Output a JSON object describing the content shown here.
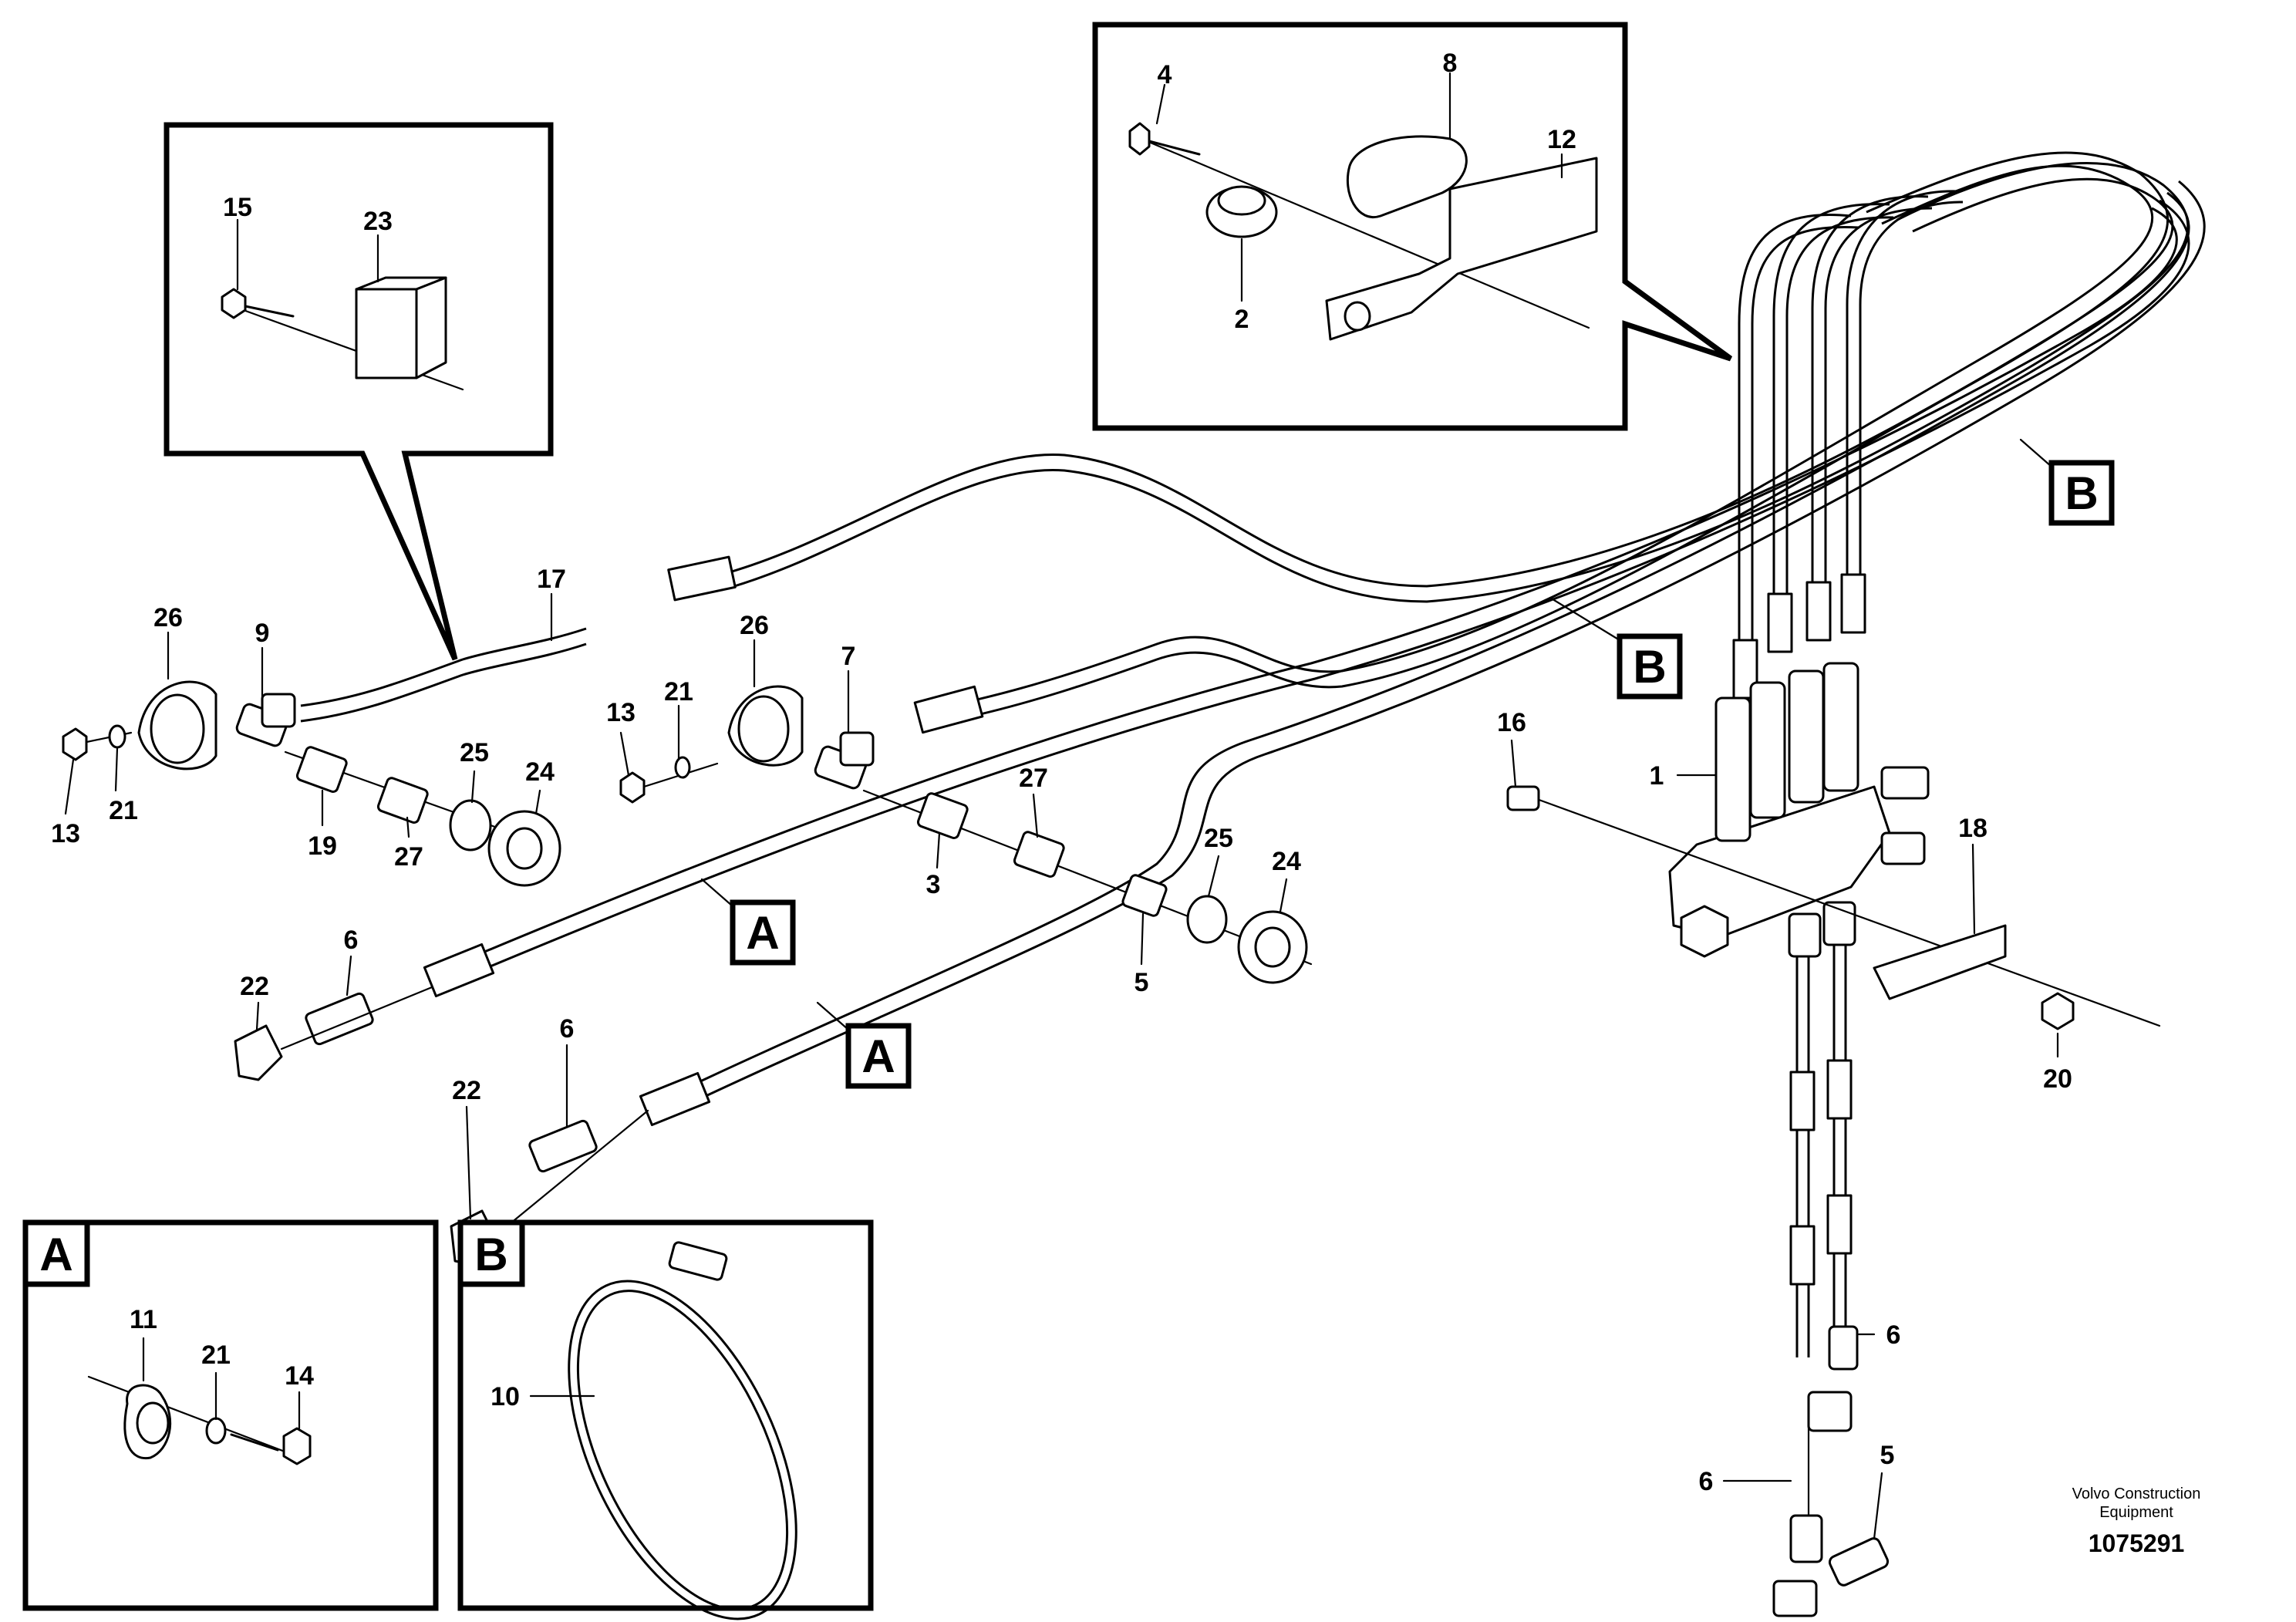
{
  "labels": {
    "p1": "1",
    "p2": "2",
    "p3": "3",
    "p4": "4",
    "p5a": "5",
    "p5b": "5",
    "p6a": "6",
    "p6b": "6",
    "p6c": "6",
    "p6d": "6",
    "p7": "7",
    "p8": "8",
    "p9": "9",
    "p10": "10",
    "p11": "11",
    "p12": "12",
    "p13a": "13",
    "p13b": "13",
    "p14": "14",
    "p15": "15",
    "p16": "16",
    "p17": "17",
    "p18": "18",
    "p19": "19",
    "p20": "20",
    "p21a": "21",
    "p21b": "21",
    "p21c": "21",
    "p22a": "22",
    "p22b": "22",
    "p23": "23",
    "p24a": "24",
    "p24b": "24",
    "p25a": "25",
    "p25b": "25",
    "p26a": "26",
    "p26b": "26",
    "p27a": "27",
    "p27b": "27"
  },
  "refs": {
    "a1": "A",
    "a2": "A",
    "b1": "B",
    "b2": "B",
    "inset_a": "A",
    "inset_b": "B"
  },
  "footer": {
    "brand_line1": "Volvo Construction",
    "brand_line2": "Equipment",
    "drawing_number": "1075291"
  }
}
